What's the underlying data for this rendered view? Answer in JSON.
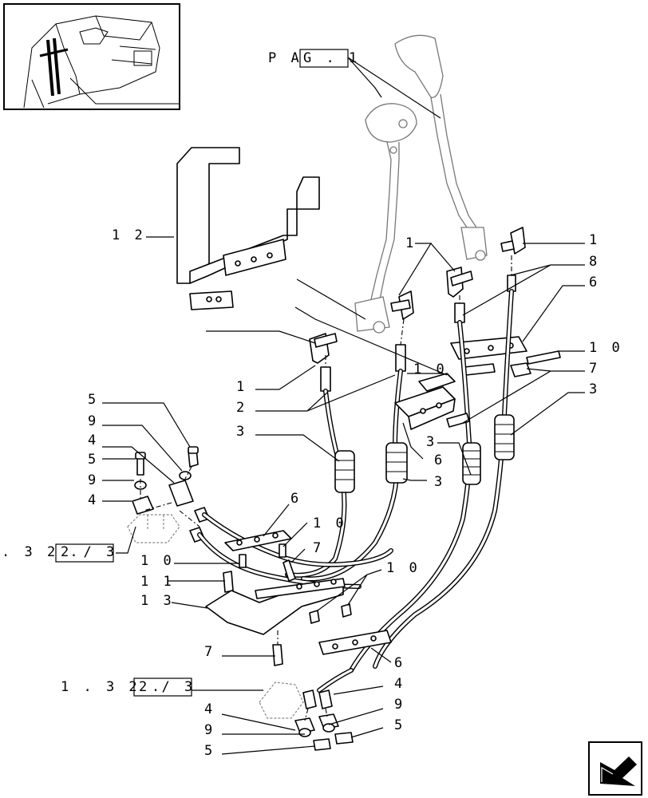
{
  "diagram": {
    "callouts": {
      "pag_prefix": "P A",
      "pag_boxed": "G . 1",
      "c12": "1 2",
      "c1_center": "1",
      "c1_right": "1",
      "c8": "8",
      "c6_right": "6",
      "c10_right": "1 0",
      "c7_right": "7",
      "c3_right": "3",
      "c1_left": "1",
      "c2": "2",
      "c10_mid": "1 0",
      "c3_left": "3",
      "c3_mid": "3",
      "c6_mid": "6",
      "c3_mid2": "3",
      "c5_a": "5",
      "c9_a": "9",
      "c4_a": "4",
      "c5_b": "5",
      "c9_b": "9",
      "c4_b": "4",
      "c6_low": "6",
      "c10_low": "1 0",
      "c7_low": "7",
      "c10_left": "1 0",
      "c11": "1 1",
      "c13": "1 3",
      "c10_low2": "1 0",
      "c6_bottom": "6",
      "c7_bottom": "7",
      "c4_c": "4",
      "c9_c": "9",
      "c5_c": "5",
      "c4_d": "4",
      "c9_d": "9",
      "c5_d": "5"
    },
    "refs": {
      "ref_mid_prefix": ". 3 2 .",
      "ref_mid_boxed": "2 / 3",
      "ref_bottom_prefix": "1 . 3 2 .",
      "ref_bottom_boxed": "2 / 3"
    },
    "icons": {
      "thumbnail": "tractor-cab-location-thumbnail",
      "next_page": "next-page-arrow-icon"
    }
  }
}
